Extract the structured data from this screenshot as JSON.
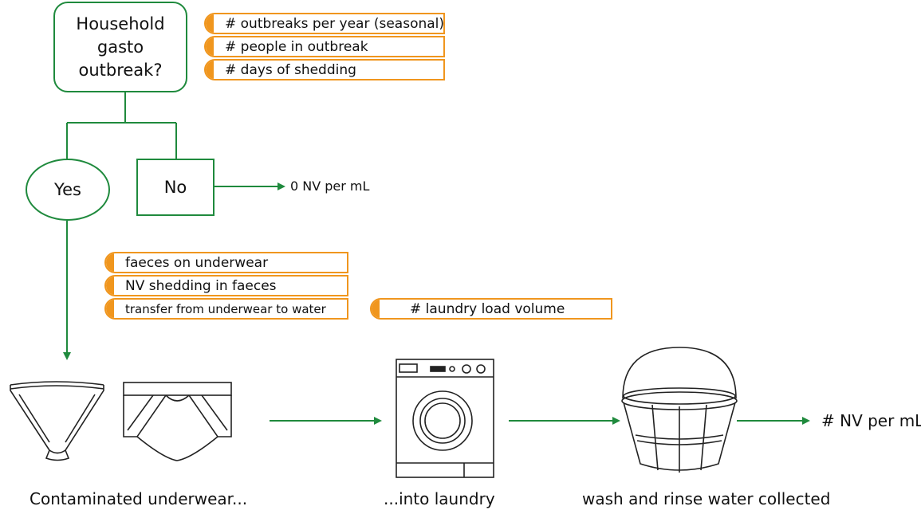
{
  "decision": {
    "text": "Household\ngasto\noutbreak?"
  },
  "branches": {
    "yes": "Yes",
    "no": "No"
  },
  "outbreak_params": [
    "# outbreaks per year (seasonal)",
    "# people in outbreak",
    "# days of shedding"
  ],
  "no_outcome": "0 NV per mL",
  "underwear_params": [
    "faeces on underwear",
    "NV shedding in faeces",
    "transfer from underwear to water"
  ],
  "laundry_param": "# laundry load volume",
  "captions": {
    "underwear": "Contaminated underwear...",
    "laundry": "...into laundry",
    "water": "wash and rinse water collected"
  },
  "final_outcome": "# NV per mL",
  "colors": {
    "green": "#1f8a3d",
    "orange": "#f0961e"
  },
  "icons": [
    "briefs-icon",
    "jockstrap-icon",
    "washing-machine-icon",
    "bucket-icon"
  ]
}
